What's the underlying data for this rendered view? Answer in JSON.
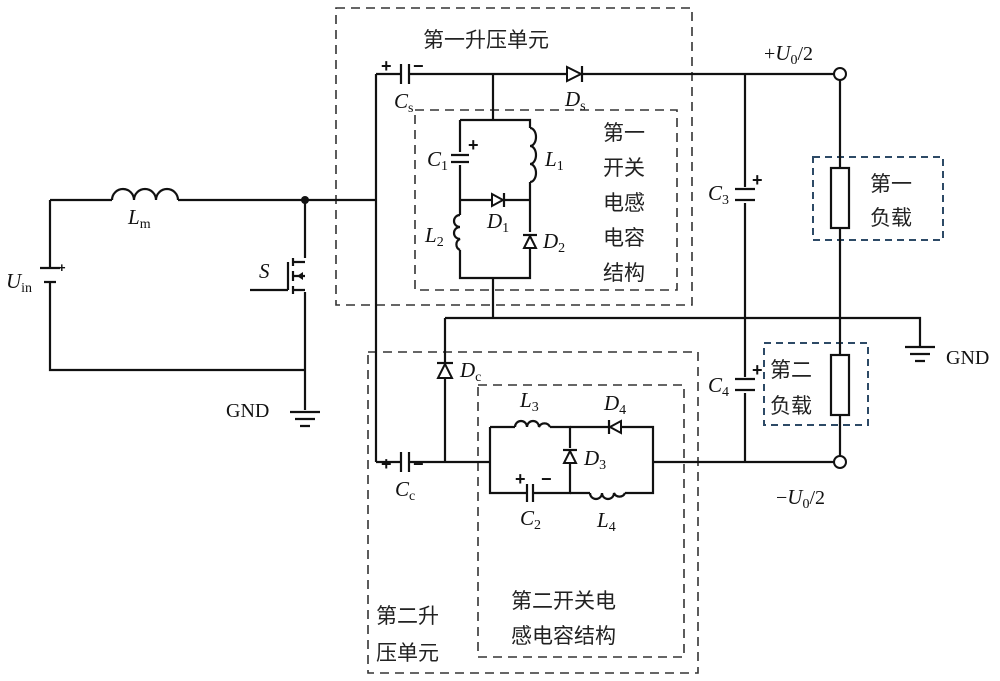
{
  "title": "Boost converter with switched inductor-capacitor structures",
  "blocks": {
    "unit1": "第一升压单元",
    "unit2_line1": "第二升",
    "unit2_line2": "压单元",
    "sw1_lines": [
      "第一",
      "开关",
      "电感",
      "电容",
      "结构"
    ],
    "sw2_line1": "第二开关电",
    "sw2_line2": "感电容结构",
    "load1_lines": [
      "第一",
      "负载"
    ],
    "load2_lines": [
      "第二",
      "负载"
    ]
  },
  "components": {
    "Uin": {
      "main": "U",
      "sub": "in"
    },
    "Lm": {
      "main": "L",
      "sub": "m"
    },
    "S": {
      "main": "S",
      "sub": ""
    },
    "Cs": {
      "main": "C",
      "sub": "s"
    },
    "Ds": {
      "main": "D",
      "sub": "s"
    },
    "C1": {
      "main": "C",
      "sub": "1"
    },
    "L1": {
      "main": "L",
      "sub": "1"
    },
    "D1": {
      "main": "D",
      "sub": "1"
    },
    "L2": {
      "main": "L",
      "sub": "2"
    },
    "D2": {
      "main": "D",
      "sub": "2"
    },
    "C3": {
      "main": "C",
      "sub": "3"
    },
    "C4": {
      "main": "C",
      "sub": "4"
    },
    "Dc": {
      "main": "D",
      "sub": "c"
    },
    "Cc": {
      "main": "C",
      "sub": "c"
    },
    "L3": {
      "main": "L",
      "sub": "3"
    },
    "D4": {
      "main": "D",
      "sub": "4"
    },
    "D3": {
      "main": "D",
      "sub": "3"
    },
    "C2": {
      "main": "C",
      "sub": "2"
    },
    "L4": {
      "main": "L",
      "sub": "4"
    }
  },
  "terminals": {
    "pos": {
      "sign": "+",
      "main": "U",
      "sub": "0",
      "rest": "/2"
    },
    "neg": {
      "sign": "−",
      "main": "U",
      "sub": "0",
      "rest": "/2"
    }
  },
  "ground_labels": {
    "left": "GND",
    "right": "GND"
  },
  "polarity": {
    "plus": "+",
    "minus": "−"
  }
}
